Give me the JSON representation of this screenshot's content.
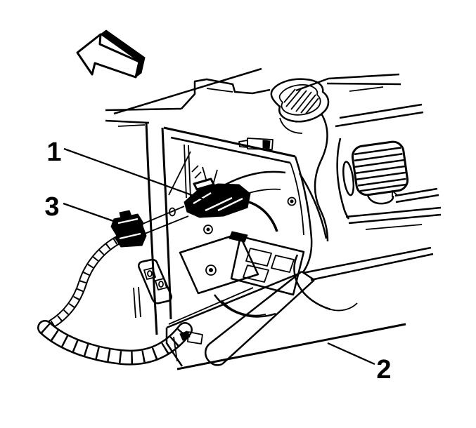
{
  "figure": {
    "background_color": "#ffffff",
    "line_color": "#000000",
    "callouts": [
      {
        "label": "1"
      },
      {
        "label": "2"
      },
      {
        "label": "3"
      }
    ],
    "direction_arrow": "points-up-left"
  }
}
